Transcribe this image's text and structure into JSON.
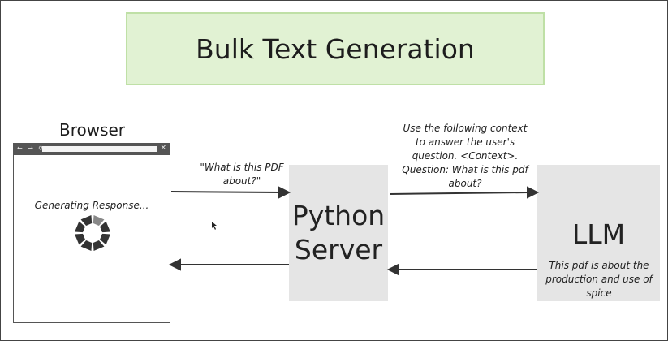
{
  "title": "Bulk Text Generation",
  "browser": {
    "label": "Browser",
    "close_glyph": "×",
    "nav_glyphs": "← → ⟳",
    "status_text": "Generating Response..."
  },
  "server": {
    "line1": "Python",
    "line2": "Server"
  },
  "llm": {
    "label": "LLM"
  },
  "notes": {
    "query": "\"What is this PDF about?\"",
    "context": "Use the following context to answer the user's question. <Context>. Question: What is this pdf about?",
    "answer": "This pdf is about the production and use of spice"
  },
  "colors": {
    "title_fill": "#e1f2d3",
    "title_border": "#bfe0a6",
    "box_fill": "#e5e5e5",
    "arrow": "#333333",
    "spinner_dark": "#333333",
    "spinner_light": "#888888"
  },
  "icons": [
    "spinner-icon",
    "mouse-cursor-icon",
    "back-arrow-icon",
    "forward-arrow-icon",
    "reload-icon",
    "close-icon"
  ]
}
